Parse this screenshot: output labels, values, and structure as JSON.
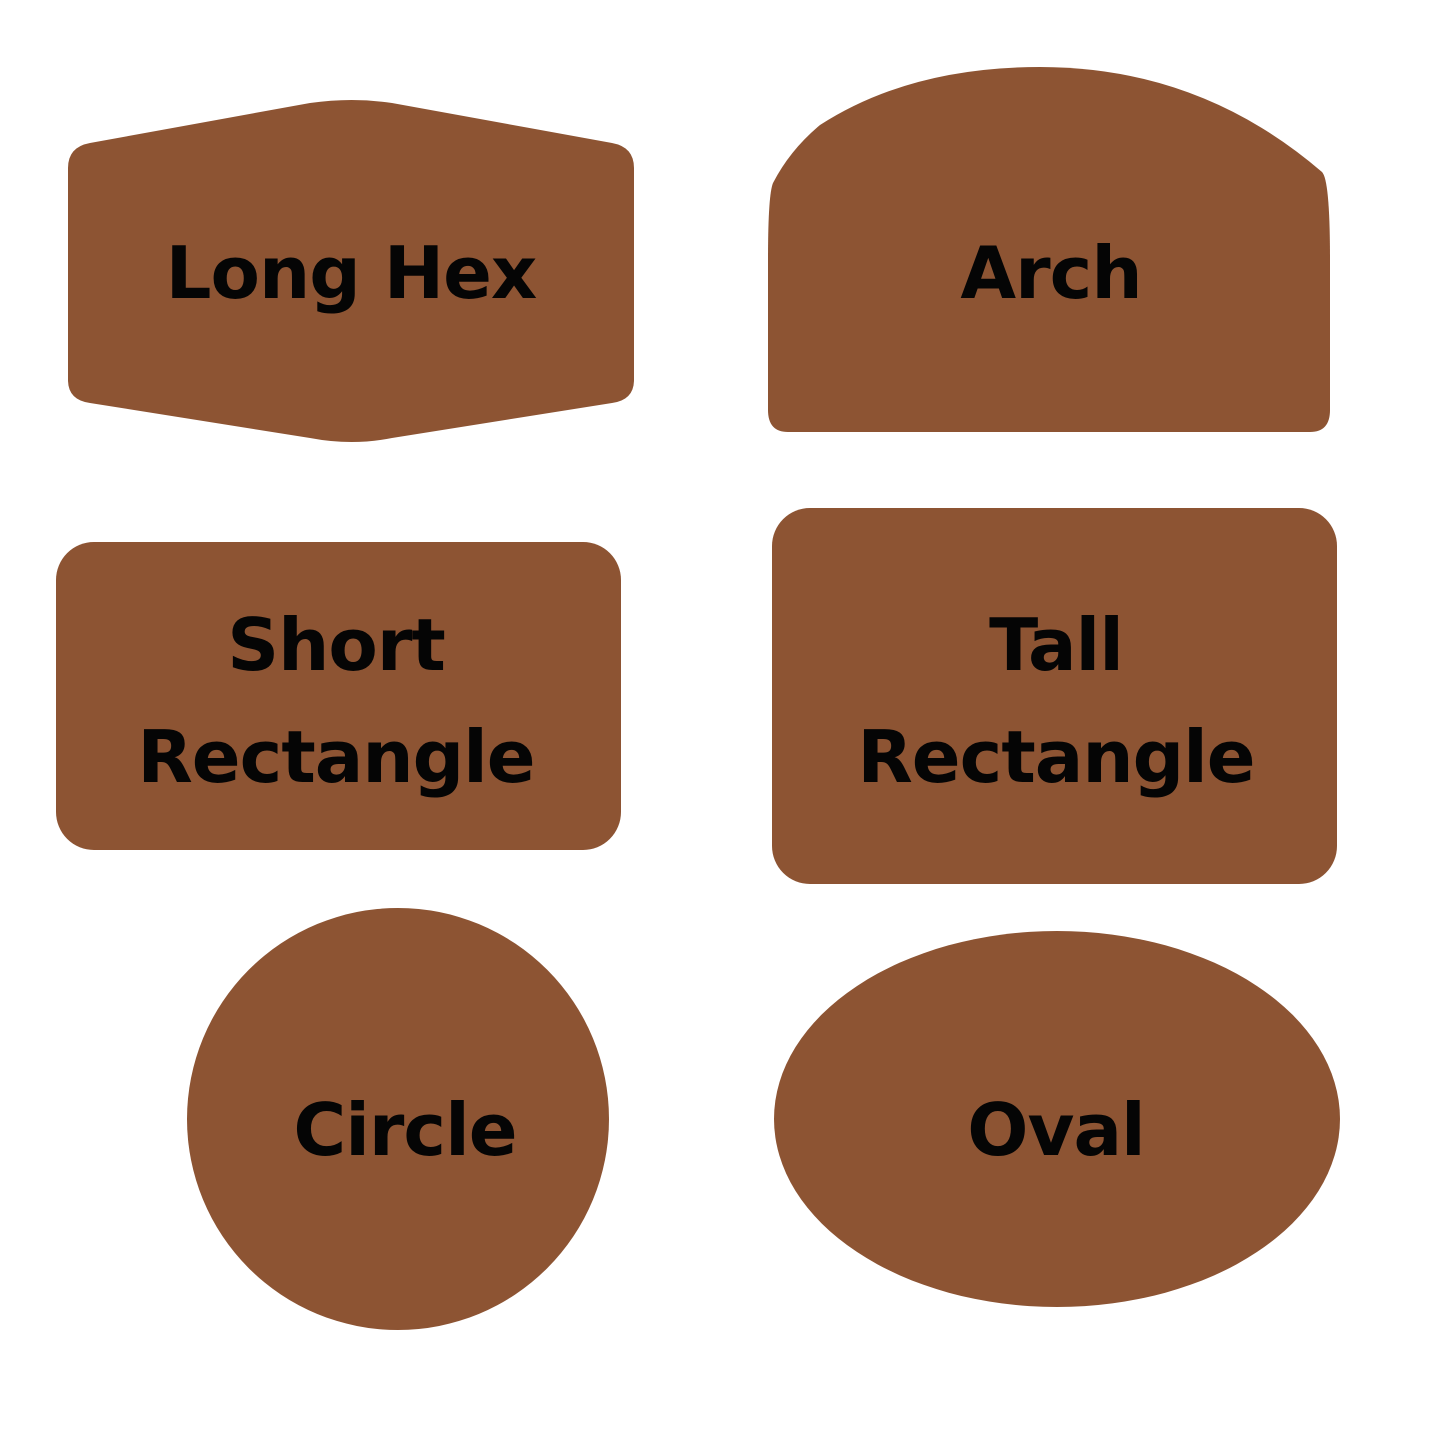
{
  "colors": {
    "shape_fill": "#8D5433",
    "label_text": "#050505",
    "background": "#FFFFFF"
  },
  "shapes": {
    "long_hex": {
      "label": "Long Hex"
    },
    "arch": {
      "label": "Arch"
    },
    "short_rectangle": {
      "label_line1": "Short",
      "label_line2": "Rectangle"
    },
    "tall_rectangle": {
      "label_line1": "Tall",
      "label_line2": "Rectangle"
    },
    "circle": {
      "label": "Circle"
    },
    "oval": {
      "label": "Oval"
    }
  }
}
